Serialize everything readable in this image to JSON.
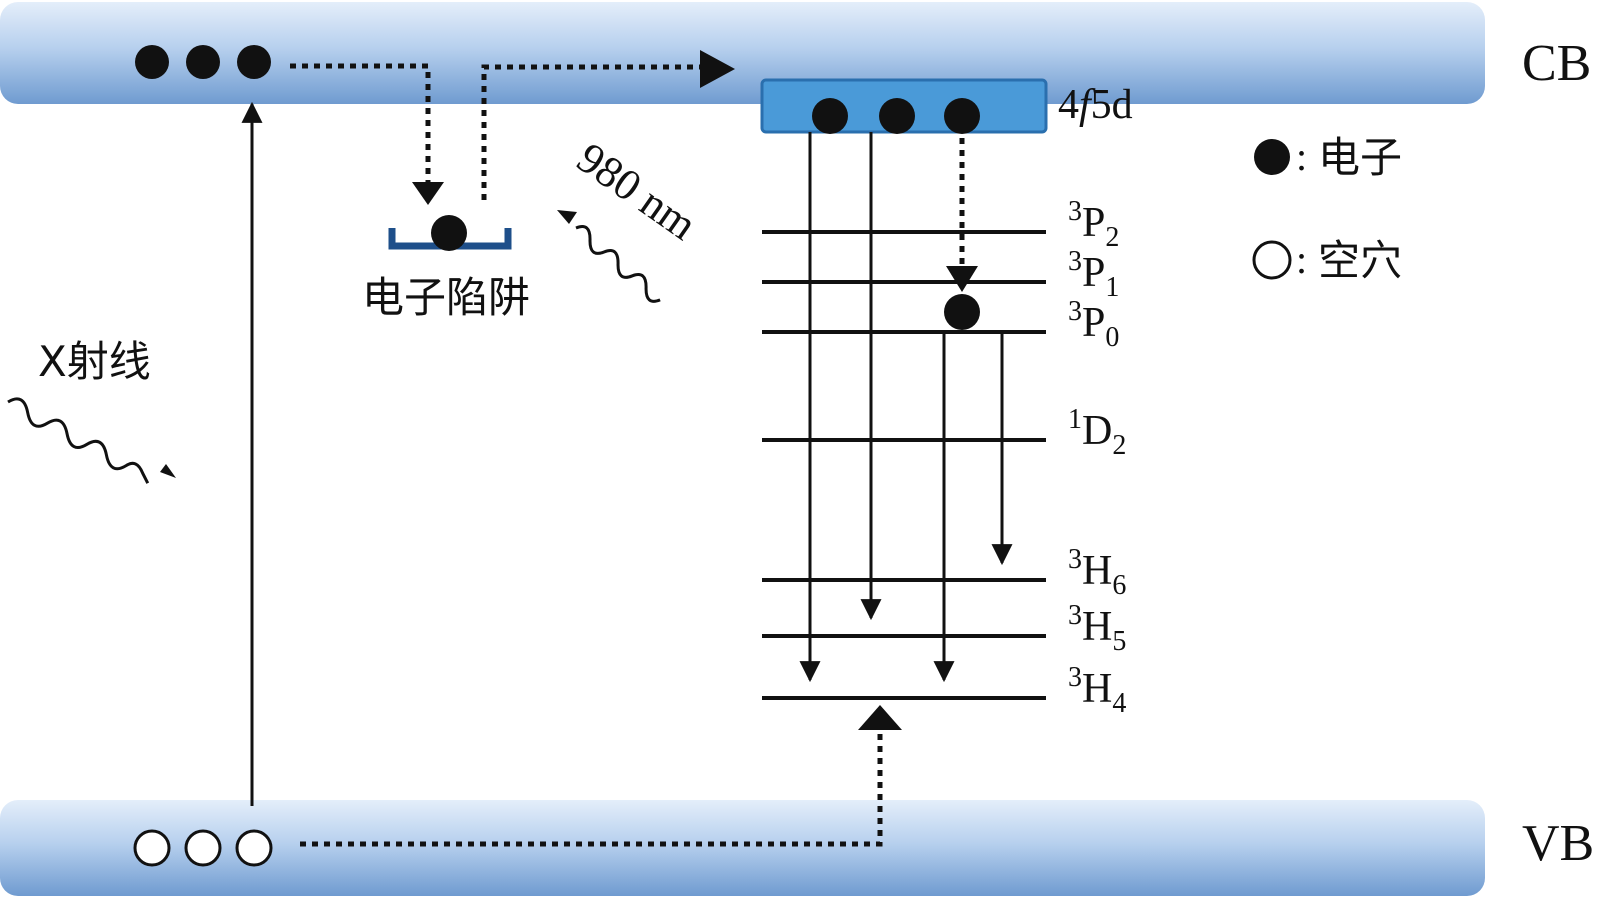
{
  "bands": {
    "conduction": "CB",
    "valence": "VB"
  },
  "level_4f5d": {
    "pre": "4",
    "ital": "f",
    "post": "5d"
  },
  "levels": [
    {
      "sup": "3",
      "main": "P",
      "sub": "2"
    },
    {
      "sup": "3",
      "main": "P",
      "sub": "1"
    },
    {
      "sup": "3",
      "main": "P",
      "sub": "0"
    },
    {
      "sup": "1",
      "main": "D",
      "sub": "2"
    },
    {
      "sup": "3",
      "main": "H",
      "sub": "6"
    },
    {
      "sup": "3",
      "main": "H",
      "sub": "5"
    },
    {
      "sup": "3",
      "main": "H",
      "sub": "4"
    }
  ],
  "labels": {
    "xray": "X射线",
    "nir": "980 nm",
    "trap": "电子陷阱"
  },
  "legend": {
    "electron": "电子",
    "hole": "空穴"
  },
  "colors": {
    "band_fill": "#a7c4e6",
    "band_dark": "#6f9bd0",
    "box_fill": "#4a9ad8",
    "box_stroke": "#2a6fae",
    "ink": "#111111"
  }
}
